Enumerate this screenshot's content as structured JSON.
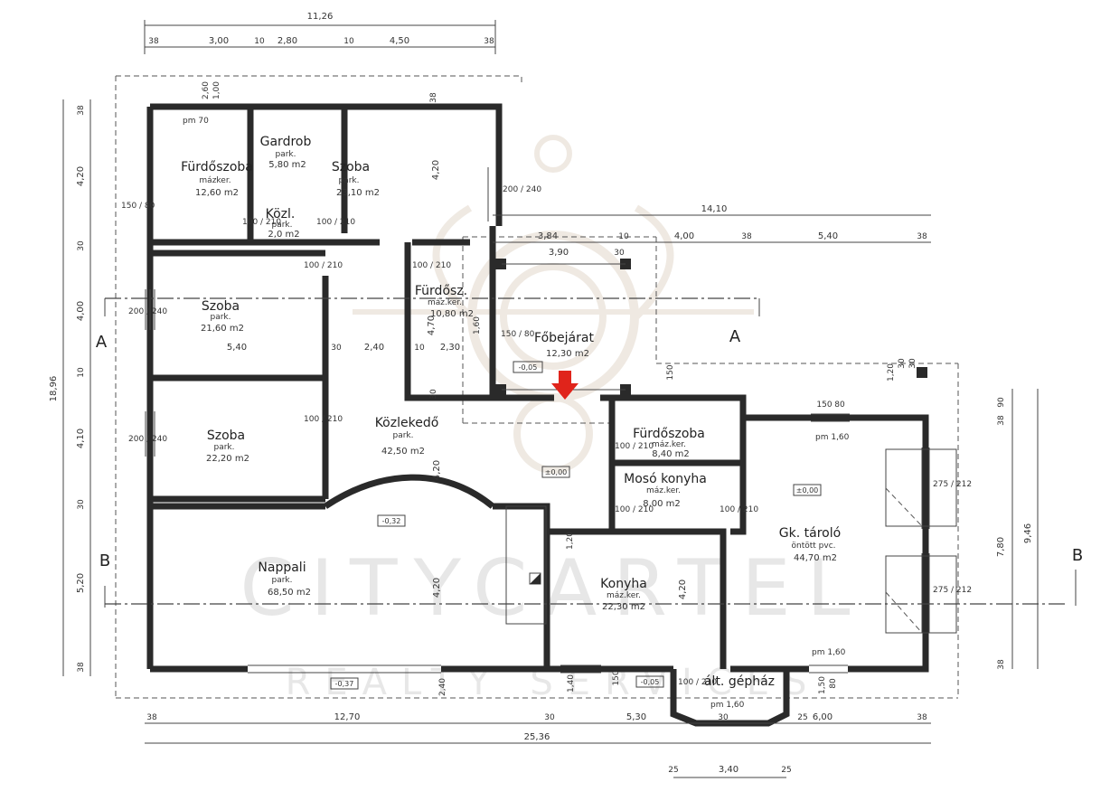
{
  "watermark": {
    "line1": "CITYCARTEL",
    "line2": "REALTY SERVICES"
  },
  "sections": {
    "a_left": "A",
    "a_right": "A",
    "b_left": "B",
    "b_right": "B"
  },
  "dimensions": {
    "top_total": "11,26",
    "top_chain": [
      "38",
      "3,00",
      "10",
      "2,80",
      "10",
      "4,50",
      "38"
    ],
    "right_total": "14,10",
    "right_chain": [
      "3,84",
      "10",
      "4,00",
      "38",
      "5,40",
      "38"
    ],
    "inner_chain": [
      "3,90",
      "30"
    ],
    "left_total": "18,96",
    "left_chain": [
      "38",
      "4,20",
      "30",
      "4,00",
      "10",
      "4,10",
      "30",
      "5,20",
      "38"
    ],
    "bottom_chain": [
      "38",
      "12,70",
      "30",
      "5,30",
      "30",
      "25",
      "6,00",
      "38"
    ],
    "bottom_total": "25,36",
    "bottom_small": [
      "25",
      "3,40",
      "25"
    ],
    "garage_right_total": "9,46",
    "garage_right_chain": [
      "38",
      "90",
      "7,80",
      "38"
    ],
    "misc": [
      "2,60",
      "1,00",
      "38",
      "4,20",
      "4,20",
      "4,20",
      "4,20",
      "4,70",
      "1,60",
      "2,30",
      "2,40",
      "5,40",
      "30",
      "10",
      "30",
      "1,20",
      "30",
      "30",
      "150",
      "150",
      "1,50",
      "80",
      "150",
      "80",
      "1,20",
      "2,40",
      "1,40"
    ]
  },
  "rooms": [
    {
      "name": "Fürdőszoba",
      "floor": "mázker.",
      "area": "12,60 m2"
    },
    {
      "name": "Gardrob",
      "floor": "park.",
      "area": "5,80 m2"
    },
    {
      "name": "Szoba",
      "floor": "park.",
      "area": "23,10 m2"
    },
    {
      "name": "Közl.",
      "floor": "park.",
      "area": "2,0 m2"
    },
    {
      "name": "Fürdősz.",
      "floor": "máz.ker.",
      "area": "10,80 m2"
    },
    {
      "name": "Főbejárat",
      "floor": "",
      "area": "12,30 m2"
    },
    {
      "name": "Szoba",
      "floor": "park.",
      "area": "21,60 m2"
    },
    {
      "name": "Szoba",
      "floor": "park.",
      "area": "22,20 m2"
    },
    {
      "name": "Közlekedő",
      "floor": "park.",
      "area": "42,50 m2"
    },
    {
      "name": "Fürdőszoba",
      "floor": "máz.ker.",
      "area": "8,40 m2"
    },
    {
      "name": "Mosó konyha",
      "floor": "máz.ker.",
      "area": "8,00 m2"
    },
    {
      "name": "Gk. tároló",
      "floor": "öntött pvc.",
      "area": "44,70 m2"
    },
    {
      "name": "Nappali",
      "floor": "park.",
      "area": "68,50 m2"
    },
    {
      "name": "Konyha",
      "floor": "máz.ker.",
      "area": "22,30 m2"
    },
    {
      "name": "ált. gépház",
      "floor": "",
      "area": ""
    }
  ],
  "openings": {
    "door_100_210": "100 / 210",
    "window_150_80": "150 / 80",
    "window_200_240": "200 / 240",
    "garage_275_212": "275 / 212",
    "pm_70": "pm 70",
    "pm_160": "pm 1,60"
  },
  "levels": [
    "-0,05",
    "±0,00",
    "-0,32",
    "-0,37",
    "-0,05",
    "±0,00"
  ],
  "colors": {
    "wall": "#2a2a2a",
    "arrow": "#e0241b",
    "watermark": "#d8d8d8"
  }
}
